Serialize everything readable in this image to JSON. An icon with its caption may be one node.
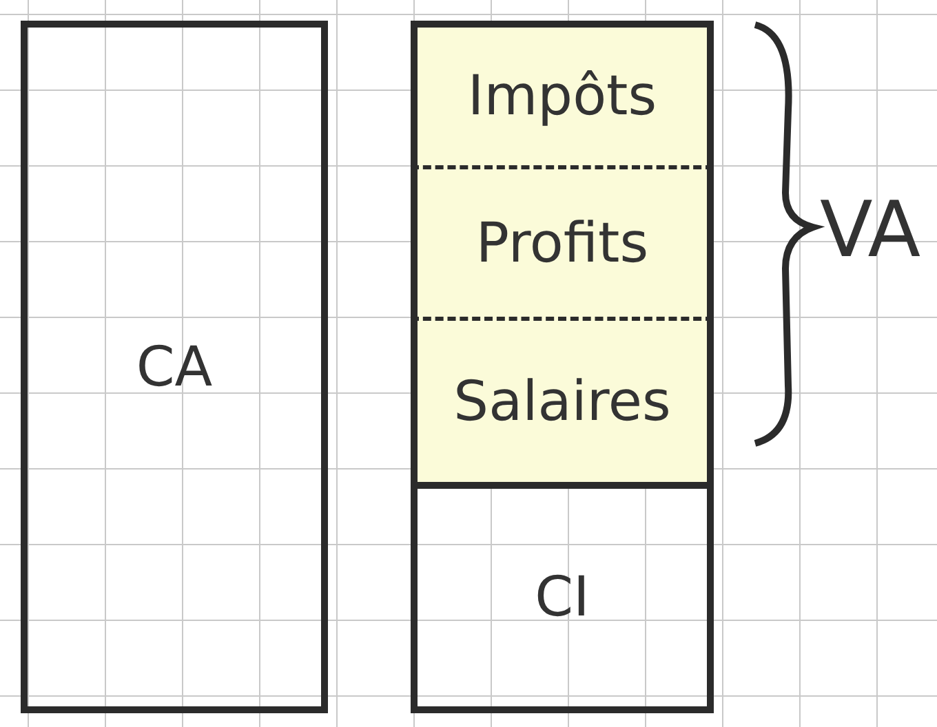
{
  "diagram": {
    "nodes": [
      {
        "text": [
          "CA"
        ]
      },
      {
        "text": [
          "Impôts"
        ]
      },
      {
        "text": [
          "Profits"
        ]
      },
      {
        "text": [
          "Salaires"
        ]
      },
      {
        "text": [
          "CI"
        ]
      }
    ],
    "labels": [
      "VA"
    ]
  }
}
